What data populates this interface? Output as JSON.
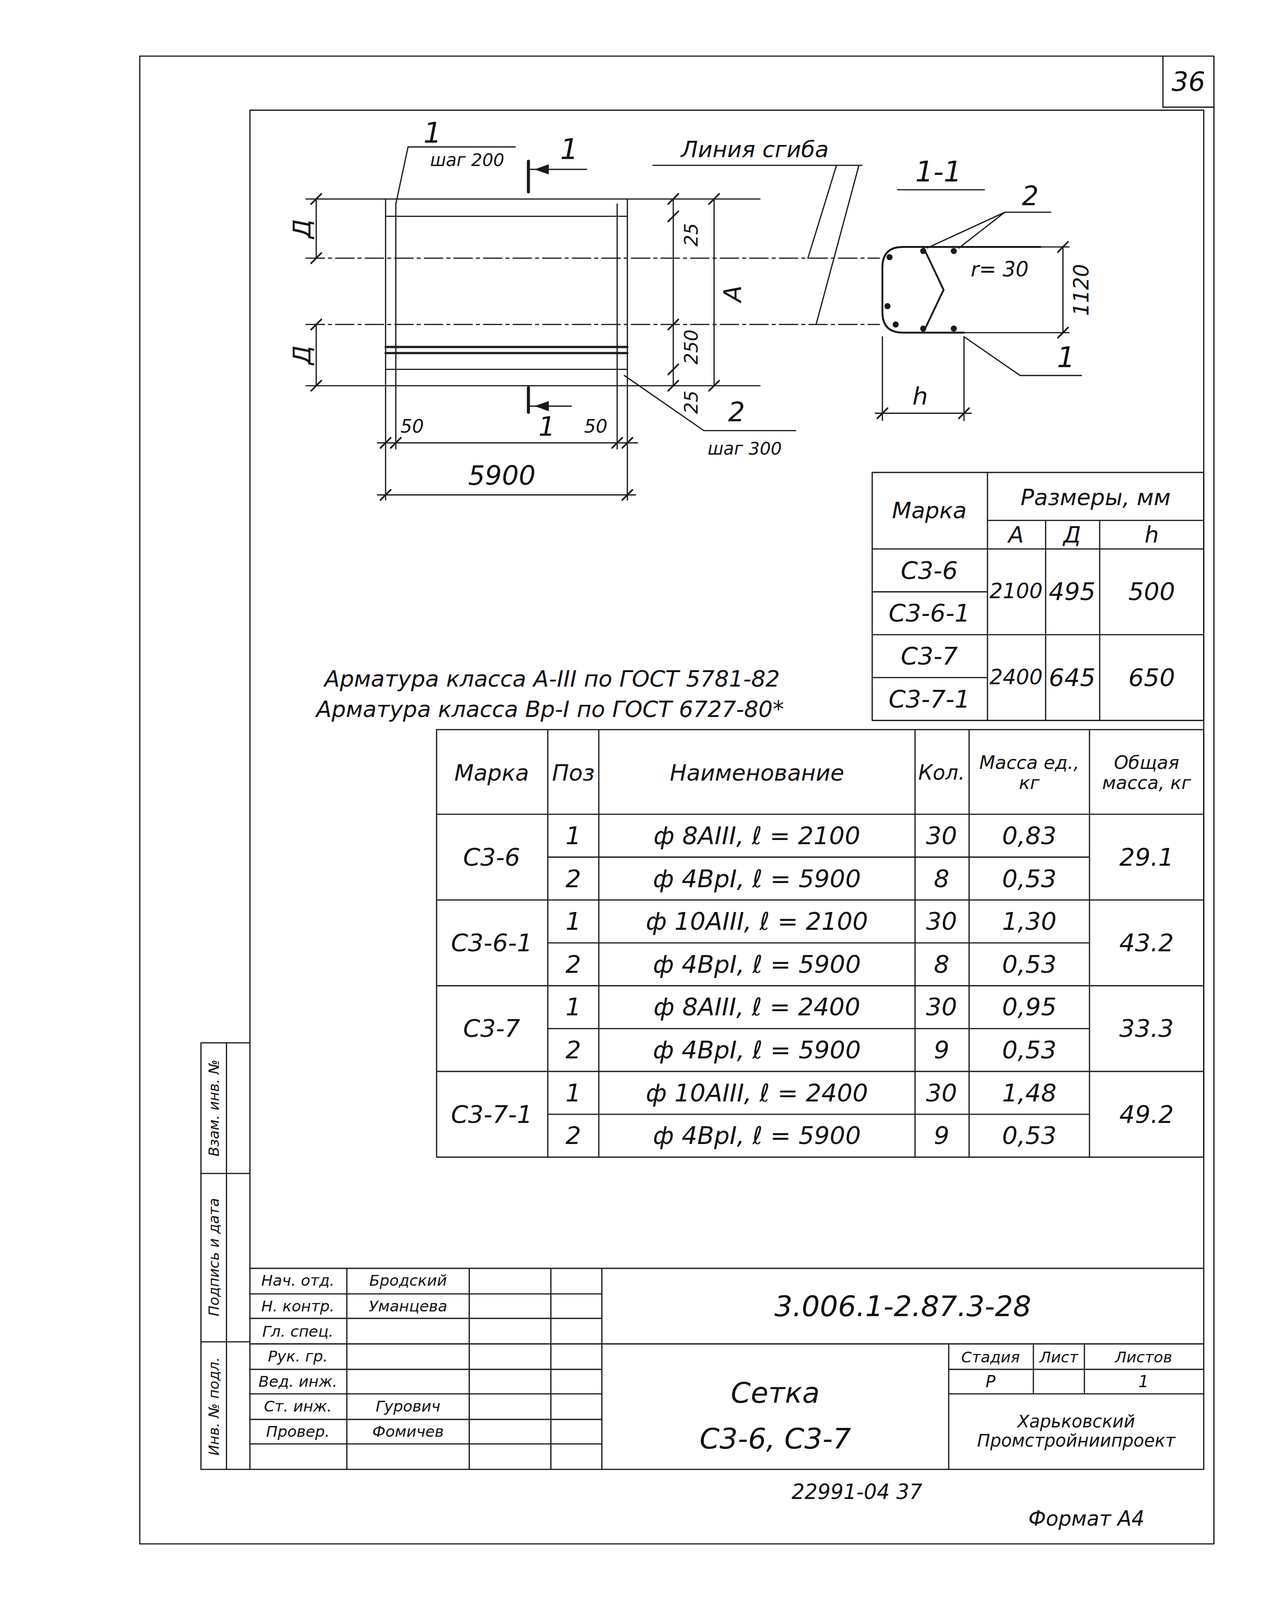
{
  "diagram": {
    "labels": [
      "36",
      "1",
      "шаг 200",
      "1",
      "Линия сгиба",
      "1-1",
      "2",
      "r= 30",
      "1120",
      "1",
      "h",
      "Д",
      "25",
      "А",
      "Д",
      "250",
      "25",
      "50",
      "1",
      "50",
      "2",
      "шаг 300",
      "5900",
      "Марка",
      "Размеры, мм",
      "А",
      "Д",
      "h",
      "С3-6",
      "С3-6-1",
      "2100",
      "495",
      "500",
      "С3-7",
      "С3-7-1",
      "2400",
      "645",
      "650",
      "Арматура класса А-III по ГОСТ 5781-82",
      "Арматура класса Вр-I по ГОСТ 6727-80*",
      "Марка",
      "Поз",
      "Наименование",
      "Кол.",
      "Масса ед., кг",
      "Общая масса, кг",
      "С3-6",
      "1",
      "ф 8АIII, ℓ = 2100",
      "30",
      "0,83",
      "2",
      "ф 4ВрI, ℓ = 5900",
      "8",
      "0,53",
      "29.1",
      "С3-6-1",
      "1",
      "ф 10АIII, ℓ = 2100",
      "30",
      "1,30",
      "2",
      "ф 4ВрI, ℓ = 5900",
      "8",
      "0,53",
      "43.2",
      "С3-7",
      "1",
      "ф 8АIII, ℓ = 2400",
      "30",
      "0,95",
      "2",
      "ф 4ВрI, ℓ = 5900",
      "9",
      "0,53",
      "33.3",
      "С3-7-1",
      "1",
      "ф 10АIII, ℓ = 2400",
      "30",
      "1,48",
      "2",
      "ф 4ВрI, ℓ = 5900",
      "9",
      "0,53",
      "49.2",
      "Взам. инв. №",
      "Подпись и дата",
      "Инв. № подл.",
      "Нач. отд.",
      "Бродский",
      "Н. контр.",
      "Уманцева",
      "Гл. спец.",
      "Рук. гр.",
      "Вед. инж.",
      "Ст. инж.",
      "Гурович",
      "Провер.",
      "Фомичев",
      "3.006.1-2.87.3-28",
      "Стадия",
      "Лист",
      "Листов",
      "Р",
      "1",
      "Сетка",
      "С3-6, С3-7",
      "Харьковский Промстройниипроект",
      "22991-04 37",
      "Формат А4"
    ]
  }
}
